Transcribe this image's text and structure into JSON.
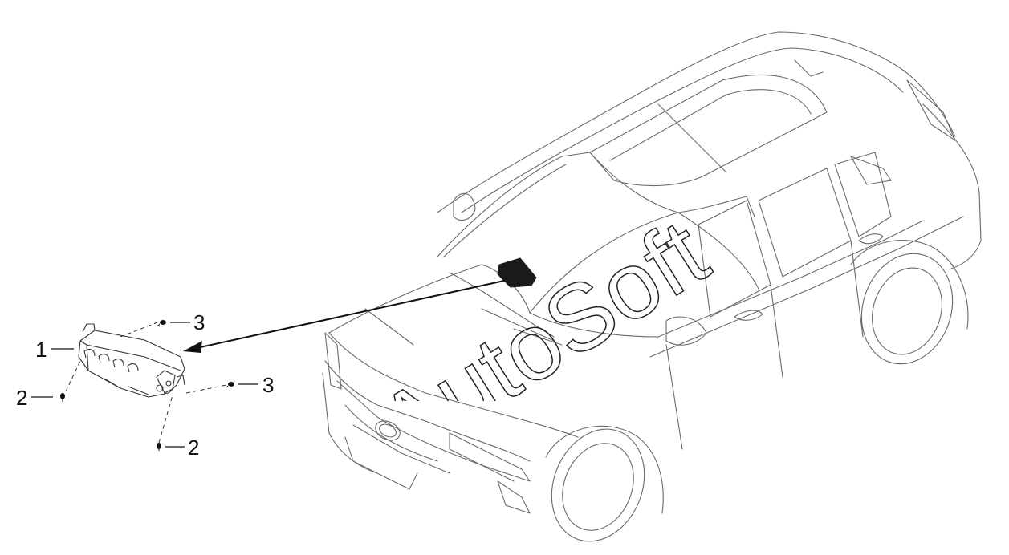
{
  "labels": {
    "part1": "1",
    "part2a": "2",
    "part2b": "2",
    "part3a": "3",
    "part3b": "3"
  },
  "watermark": "AutoSoft",
  "colors": {
    "line": "#555555",
    "dark": "#111111",
    "module": "#1a1a1a"
  }
}
